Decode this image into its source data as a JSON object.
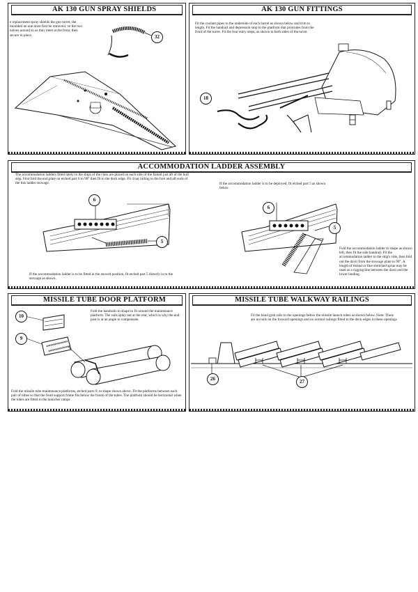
{
  "sections": {
    "spray_shields": {
      "title": "AK 130 GUN SPRAY SHIELDS",
      "note": "e replacement spray shields the gun turret, the moulded ne one must first be removed. ve the two halves around so as they meet at the front, then secure in place.",
      "callout": "32"
    },
    "gun_fittings": {
      "title": "AK 130 GUN FITTINGS",
      "note": "Fit the coolant pipes to the underside of each barrel as shown below and trim to length. Fit the handrail and depression stop to the platform that protrudes from the front of the turret. Fit the four entry steps, as shown to both sides of the turret.",
      "callout": "18"
    },
    "ladder": {
      "title": "ACCOMMODATION LADDER ASSEMBLY",
      "note_left": "The accommodation ladders fitted lately to the ships of the class are placed on each side of the fantail just aft of the hull step. First fold the end plate on etched part 6 to 90° then fit to the deck edge. Fit 4 bar railing to the fore and aft ends of the this ladder stowage.",
      "note_stowed": "If the accommodation ladder is to be fitted in the stowed position, fit etched part 5 directly in to the stowage as shown.",
      "note_deployed": "If the accommodation ladder is to be deployed, fit etched part 5 as shown below.",
      "note_right": "Fold the accommodation ladder to shape as shown left, then fit the side handrail. Fit the accommodation ladder to the ship's side, then fold out the davit from the stowage plate to 90°. A length of thread or fine stretched sprue may be used as a rigging line between the davit and the lower landing.",
      "callouts": [
        "6",
        "5",
        "6",
        "5"
      ]
    },
    "missile_platform": {
      "title": "MISSILE TUBE DOOR PLATFORM",
      "note_top": "Fold the handrails to shape to fit around the maintenance platform. The rails splay out at the rear, which is why the end post is at an angle to compensate.",
      "note_bottom": "Fold the missile tube maintenance platforms, etched parts 9, to shape shown above. Fit the platforms between each pair of tubes so that the front support frame fits below the fronts of the tubes. The platform should be horizontal when the tubes are fitted to the launcher ramps",
      "callouts": [
        "10",
        "9"
      ]
    },
    "walkway": {
      "title": "MISSILE TUBE WALKWAY RAILINGS",
      "note": "Fit the hand grab rails to the openings below the missile launch tubes as shown below. Note: There are no rails on the forward openings and no normal railings fitted to the deck edges in these openings",
      "callouts": [
        "26",
        "27"
      ]
    }
  }
}
